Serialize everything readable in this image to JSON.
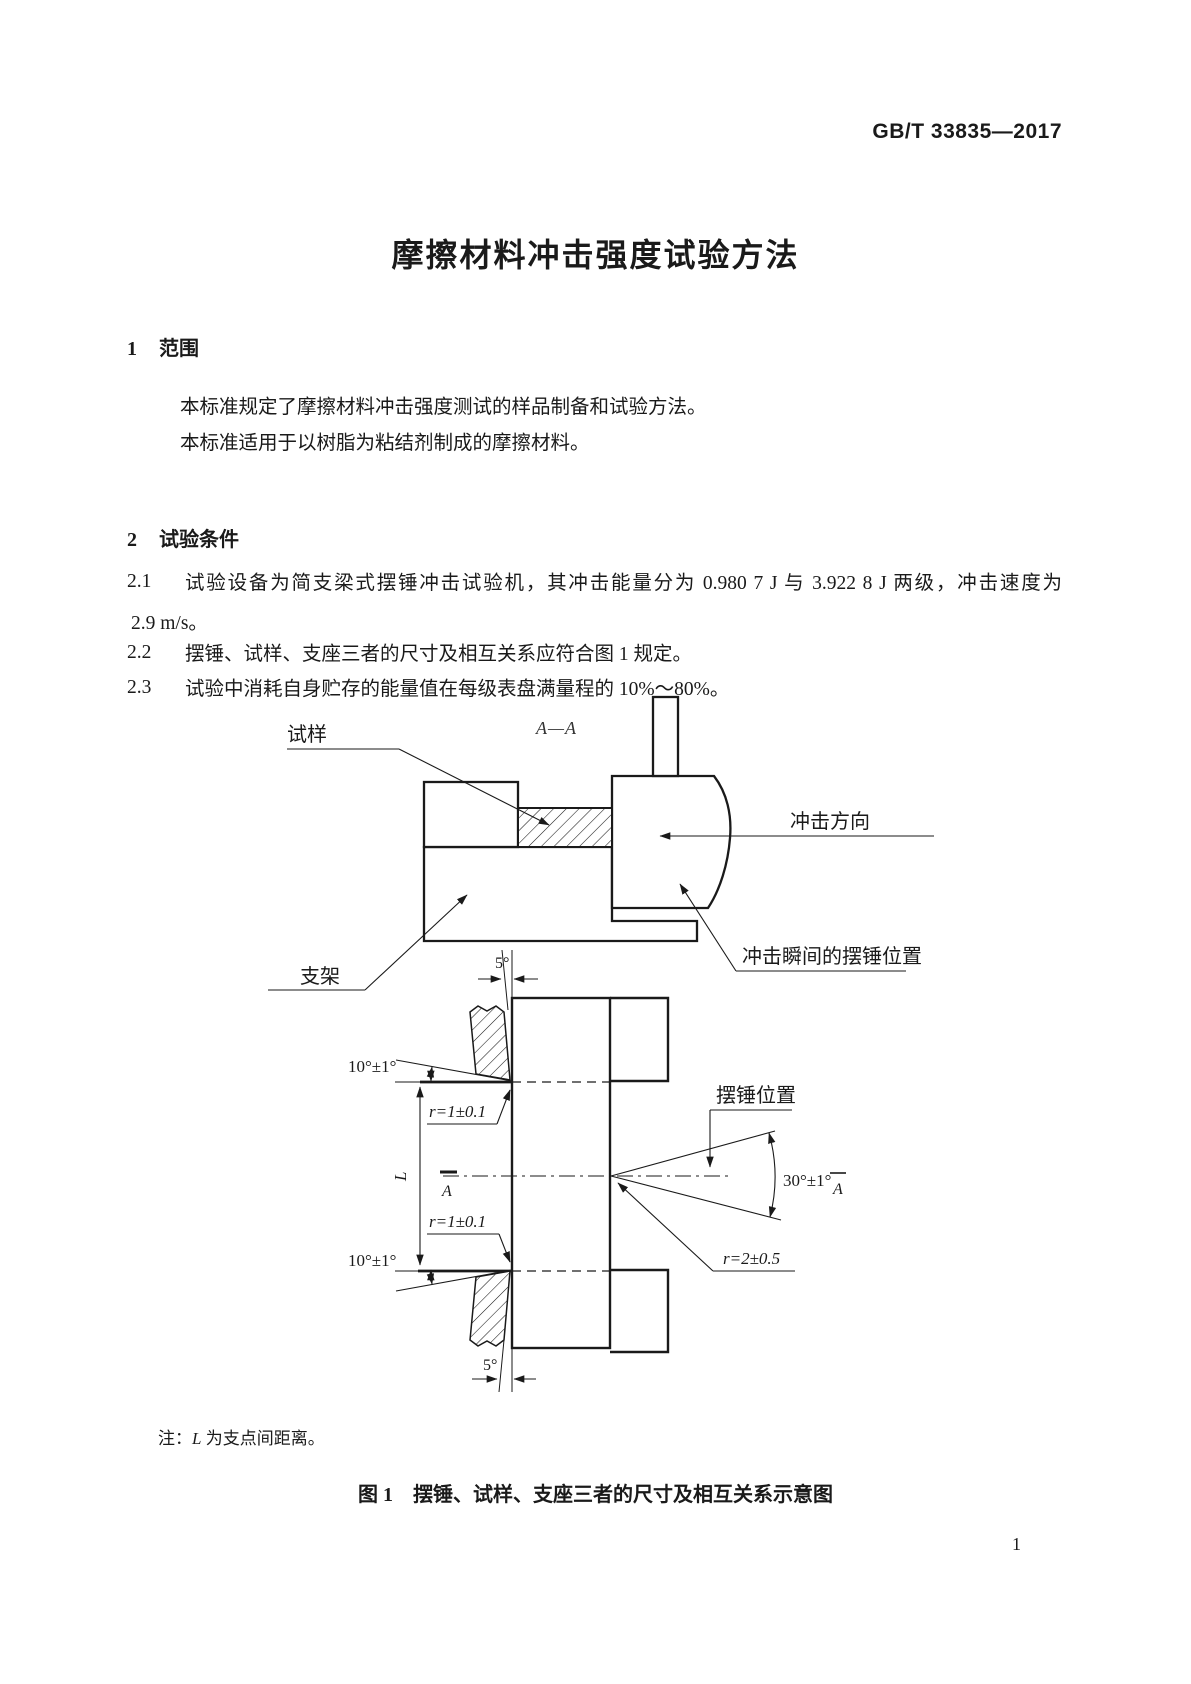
{
  "page": {
    "header": "GB/T 33835—2017",
    "title": "摩擦材料冲击强度试验方法",
    "page_number": "1"
  },
  "sections": {
    "s1": {
      "num": "1",
      "title": "范围"
    },
    "s1_p1": "本标准规定了摩擦材料冲击强度测试的样品制备和试验方法。",
    "s1_p2": "本标准适用于以树脂为粘结剂制成的摩擦材料。",
    "s2": {
      "num": "2",
      "title": "试验条件"
    },
    "c21": {
      "num": "2.1",
      "text": "试验设备为简支梁式摆锤冲击试验机，其冲击能量分为 0.980 7 J 与 3.922 8 J 两级，冲击速度为",
      "cont": "2.9 m/s。"
    },
    "c22": {
      "num": "2.2",
      "text": "摆锤、试样、支座三者的尺寸及相互关系应符合图 1 规定。"
    },
    "c23": {
      "num": "2.3",
      "text": "试验中消耗自身贮存的能量值在每级表盘满量程的 10%～80%。"
    }
  },
  "figure": {
    "section_label": "A—A",
    "labels": {
      "specimen": "试样",
      "support_frame": "支架",
      "impact_direction": "冲击方向",
      "hammer_at_impact": "冲击瞬间的摆锤位置",
      "hammer_position": "摆锤位置",
      "angle_5_top": "5°",
      "angle_5_bottom": "5°",
      "angle_10_top": "10°±1°",
      "angle_10_bottom": "10°±1°",
      "r1_top": "r=1±0.1",
      "r1_bottom": "r=1±0.1",
      "r2": "r=2±0.5",
      "angle_30": "30°±1°",
      "span_L": "L",
      "datum_A_left": "A",
      "datum_A_right": "A"
    },
    "note": {
      "prefix": "注：",
      "symbol": "L",
      "text": " 为支点间距离。"
    },
    "caption": "图 1　摆锤、试样、支座三者的尺寸及相互关系示意图"
  },
  "colors": {
    "ink": "#1a1a1a",
    "paper": "#ffffff"
  }
}
